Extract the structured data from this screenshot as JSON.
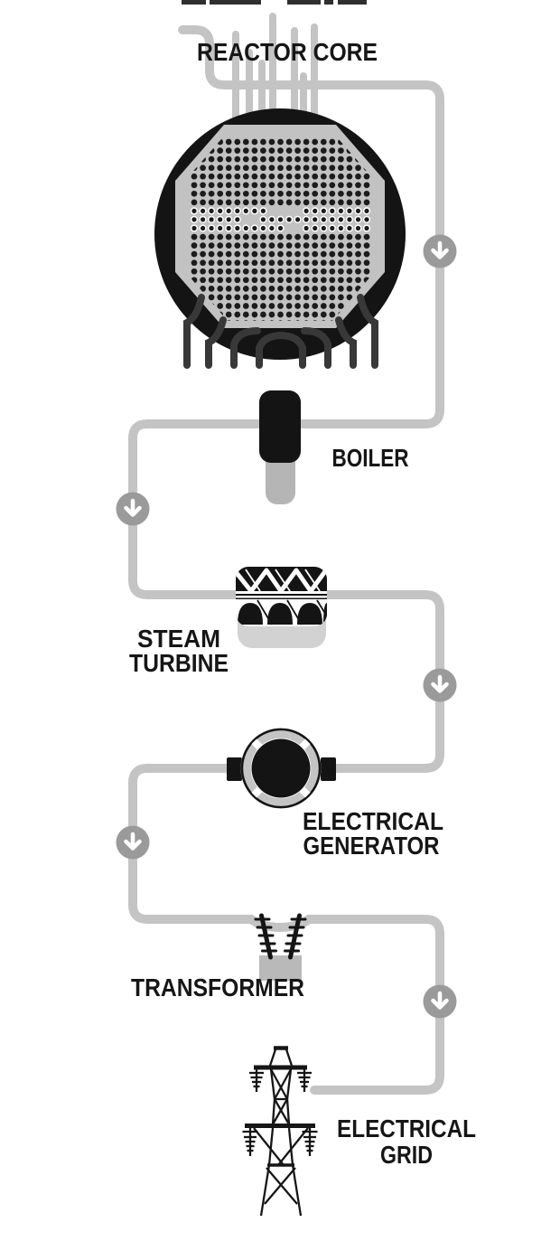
{
  "labels": {
    "reactor_core": "REACTOR CORE",
    "boiler": "BOILER",
    "steam_turbine": {
      "line1": "STEAM",
      "line2": "TURBINE"
    },
    "electrical_generator": {
      "line1": "ELECTRICAL",
      "line2": "GENERATOR"
    },
    "transformer": "TRANSFORMER",
    "electrical_grid": {
      "line1": "ELECTRICAL",
      "line2": "GRID"
    }
  },
  "flow": {
    "sequence": [
      "REACTOR CORE",
      "BOILER",
      "STEAM TURBINE",
      "ELECTRICAL GENERATOR",
      "TRANSFORMER",
      "ELECTRICAL GRID"
    ],
    "arrow_count": 5,
    "arrow_direction": "down",
    "arrow_glyph": "↓"
  },
  "components": [
    {
      "id": "reactor-core",
      "label": "REACTOR CORE"
    },
    {
      "id": "boiler",
      "label": "BOILER"
    },
    {
      "id": "steam-turbine",
      "label": "STEAM TURBINE"
    },
    {
      "id": "electrical-generator",
      "label": "ELECTRICAL GENERATOR"
    },
    {
      "id": "transformer",
      "label": "TRANSFORMER"
    },
    {
      "id": "electrical-grid",
      "label": "ELECTRICAL GRID"
    }
  ],
  "colors": {
    "background": "#ffffff",
    "pipe": "#c4c4c4",
    "arrow_circle": "#9a9a9a",
    "arrow_glyph": "#ffffff",
    "equipment_ink": "#141414",
    "label_ink": "#161616",
    "core_face": "#c2c2c2",
    "fuel_dot": "#1c1c1c",
    "boiler_base": "#b5b5b5",
    "turbine_shadow": "#d2d2d2",
    "generator_ring": "#c4c4c4",
    "transformer_body": "#b9b9b9",
    "reactor_legs": "#383838"
  }
}
